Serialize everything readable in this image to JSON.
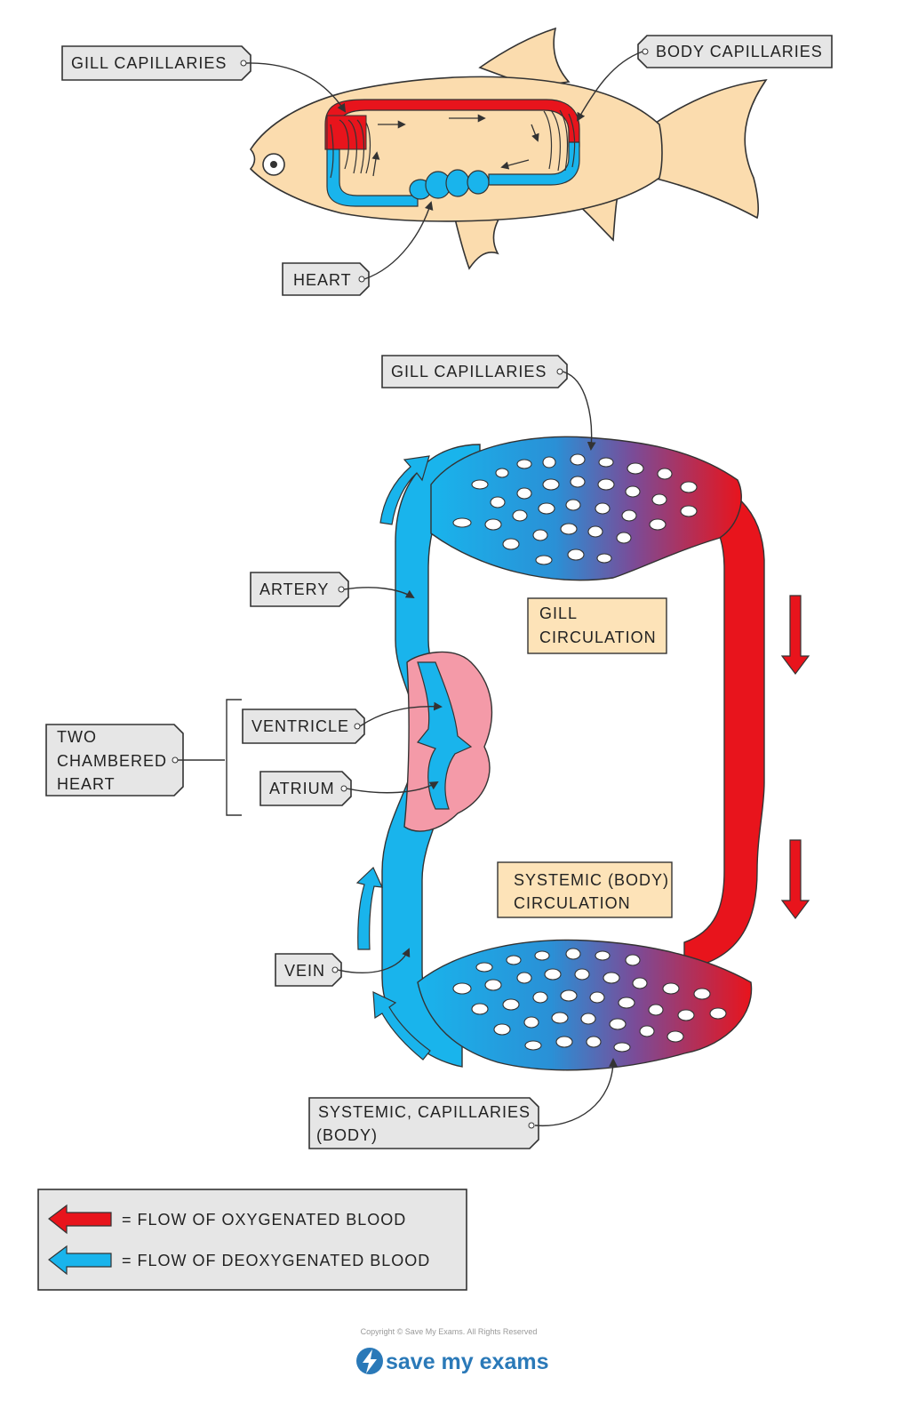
{
  "fish": {
    "gill_capillaries": "GILL  CAPILLARIES",
    "body_capillaries": "BODY  CAPILLARIES",
    "heart": "HEART"
  },
  "circuit": {
    "gill_capillaries": "GILL  CAPILLARIES",
    "artery": "ARTERY",
    "ventricle": "VENTRICLE",
    "atrium": "ATRIUM",
    "two_chambered_heart": [
      "TWO",
      "CHAMBERED",
      "HEART"
    ],
    "vein": "VEIN",
    "systemic_capillaries": [
      "SYSTEMIC, CAPILLARIES",
      "(BODY)"
    ],
    "gill_circulation": [
      "GILL",
      "CIRCULATION"
    ],
    "systemic_circulation": [
      "SYSTEMIC  (BODY)",
      "CIRCULATION"
    ]
  },
  "legend": {
    "oxygenated": "= FLOW  OF  OXYGENATED   BLOOD",
    "deoxygenated": "= FLOW  OF  DEOXYGENATED   BLOOD"
  },
  "footer": {
    "copyright": "Copyright © Save My Exams. All Rights Reserved",
    "brand": "save my exams"
  },
  "colors": {
    "oxygenated": "#e8141c",
    "deoxygenated": "#19b4ec",
    "fish_body": "#fbdcae",
    "heart": "#f49aa8",
    "brand": "#2a79b8"
  }
}
